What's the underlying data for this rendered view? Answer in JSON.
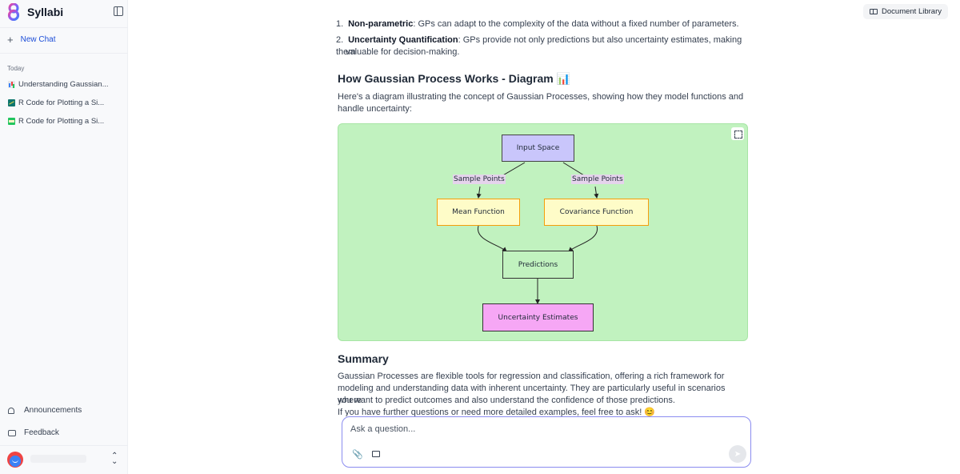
{
  "app": {
    "name": "Syllabi"
  },
  "sidebar": {
    "new_chat": "New Chat",
    "section": "Today",
    "chats": [
      {
        "label": "Understanding Gaussian...",
        "icon": "bar-chart-icon"
      },
      {
        "label": "R Code for Plotting a Si...",
        "icon": "chart-line-icon"
      },
      {
        "label": "R Code for Plotting a Si...",
        "icon": "image-icon"
      }
    ],
    "announcements": "Announcements",
    "feedback": "Feedback"
  },
  "header": {
    "document_library": "Document Library"
  },
  "content": {
    "list": [
      {
        "num": "1.",
        "bold": "Non-parametric",
        "text": ": GPs can adapt to the complexity of the data without a fixed number of parameters."
      },
      {
        "num": "2.",
        "bold": "Uncertainty Quantification",
        "text": ": GPs provide not only predictions but also uncertainty estimates, making them",
        "text2": "valuable for decision-making."
      }
    ],
    "diagram_heading": "How Gaussian Process Works - Diagram 📊",
    "diagram_intro_1": "Here's a diagram illustrating the concept of Gaussian Processes, showing how they model functions and",
    "diagram_intro_2": "handle uncertainty:",
    "summary_heading": "Summary",
    "summary_lines": [
      "Gaussian Processes are flexible tools for regression and classification, offering a rich framework for",
      "modeling and understanding data with inherent uncertainty. They are particularly useful in scenarios where",
      "you want to predict outcomes and also understand the confidence of those predictions.",
      "If you have further questions or need more detailed examples, feel free to ask! 😊"
    ]
  },
  "diagram": {
    "background": "#c1f2bf",
    "nodes": {
      "input_space": "Input Space",
      "mean_function": "Mean Function",
      "covariance_function": "Covariance Function",
      "predictions": "Predictions",
      "uncertainty_estimates": "Uncertainty Estimates"
    },
    "edge_labels": {
      "left": "Sample Points",
      "right": "Sample Points"
    },
    "colors": {
      "input_space": "#c9c6fb",
      "function_fill": "#fefcc8",
      "function_border": "#f59e0b",
      "predictions": "#c1f2bf",
      "uncertainty": "#f6a7f5"
    }
  },
  "composer": {
    "placeholder": "Ask a question..."
  }
}
